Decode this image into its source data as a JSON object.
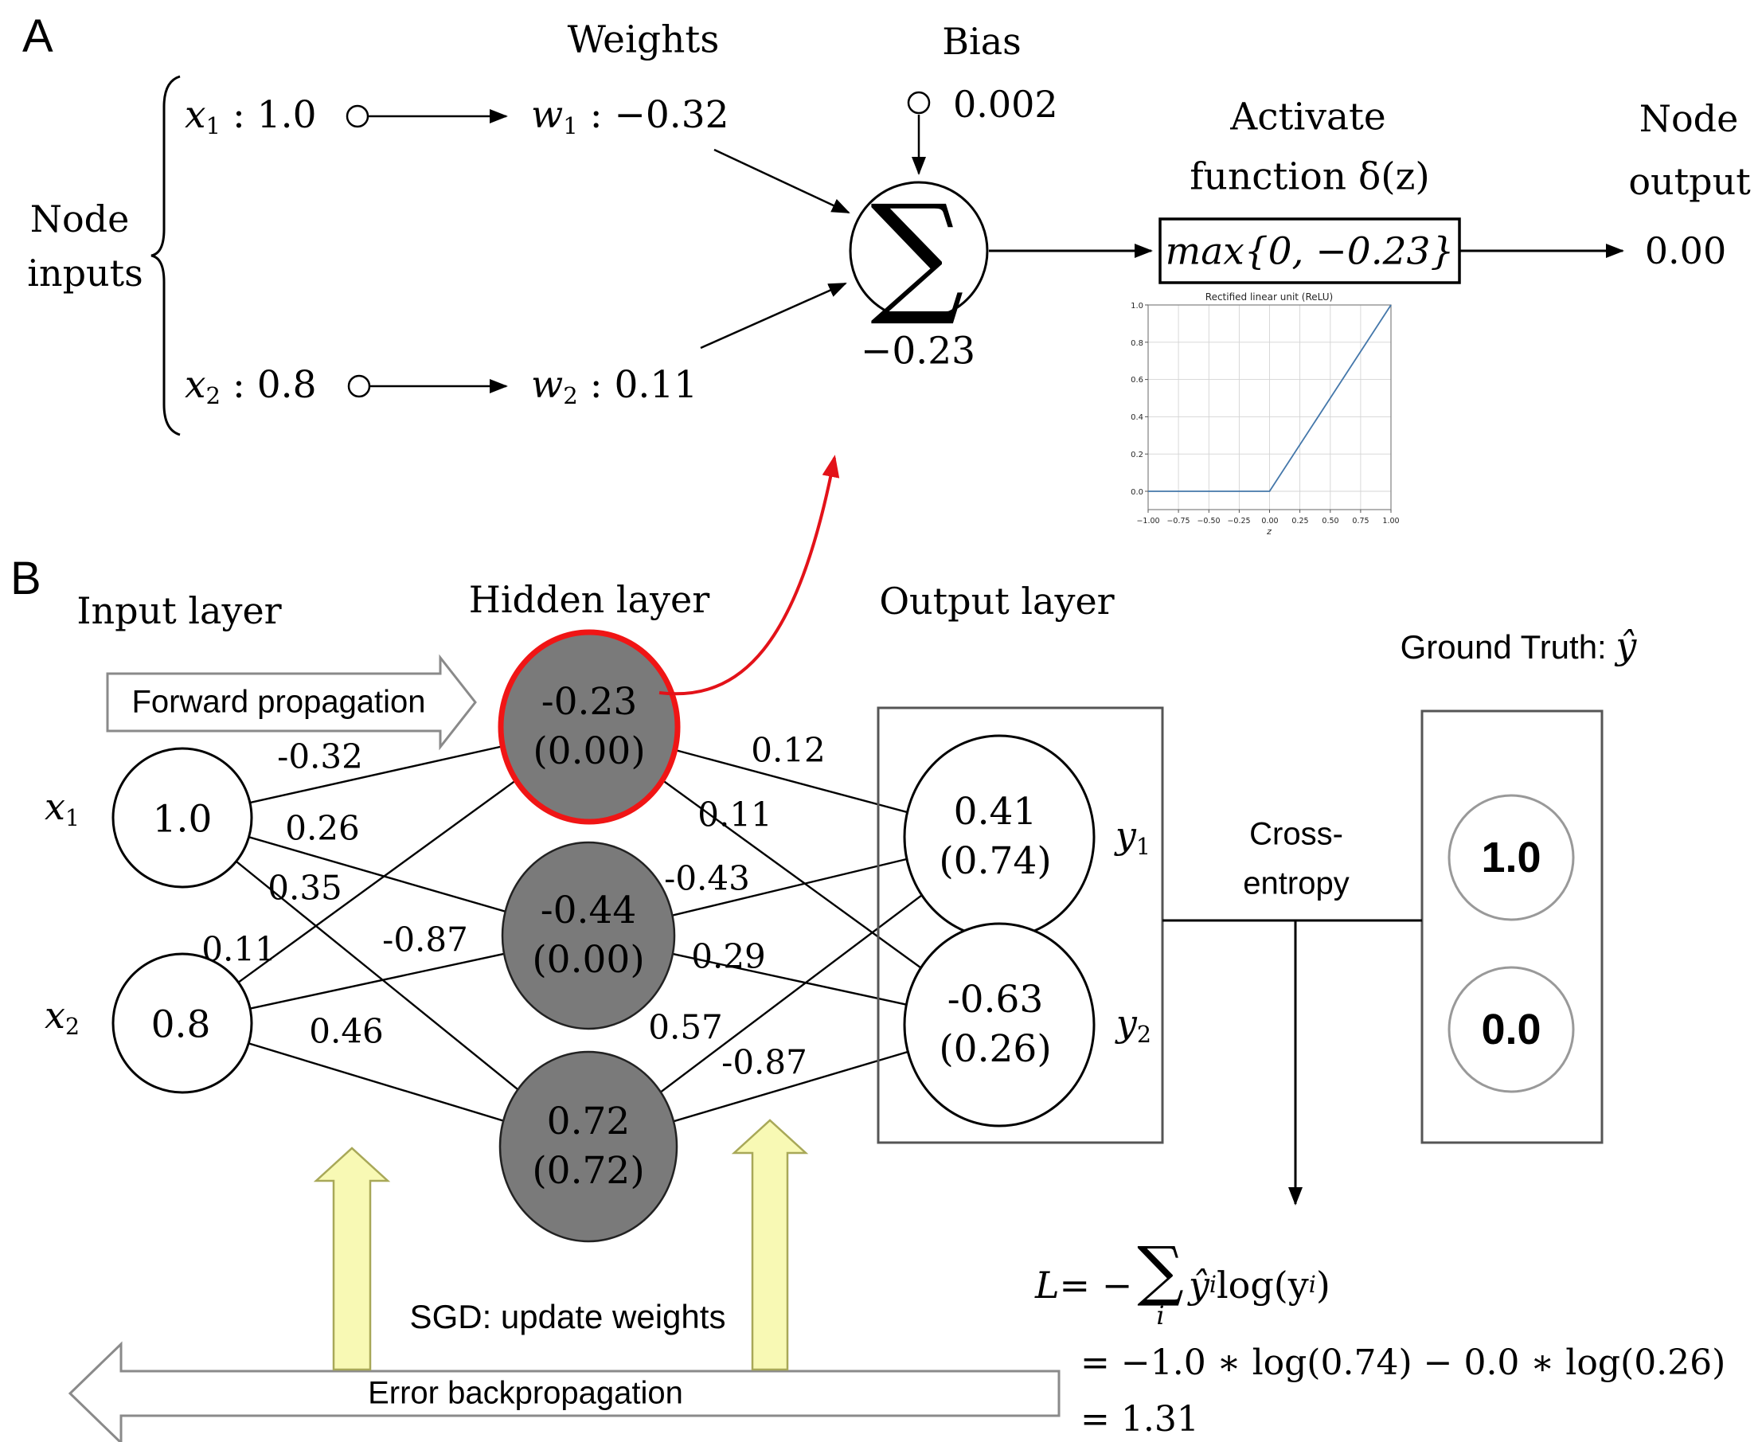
{
  "panel_a": {
    "label": "A",
    "weights_title": "Weights",
    "bias_title": "Bias",
    "bias_value": "0.002",
    "brace": "{",
    "node_inputs_title": [
      "Node",
      "inputs"
    ],
    "input_rows": [
      {
        "var": "x",
        "sub": "1",
        "rest": " : 1.0"
      },
      {
        "var": "x",
        "sub": "2",
        "rest": " : 0.8"
      }
    ],
    "weight_rows": [
      {
        "var": "w",
        "sub": "1",
        "rest": " : −0.32"
      },
      {
        "var": "w",
        "sub": "2",
        "rest": " : 0.11"
      }
    ],
    "sum_symbol": "∑",
    "sum_value": "−0.23",
    "activate_title_line1": "Activate",
    "activate_title_line2": "function δ(z)",
    "activation_expr": "max{0, −0.23}",
    "node_output_title": [
      "Node",
      "output"
    ],
    "node_output_value": "0.00"
  },
  "chart_data": {
    "type": "line",
    "title": "Rectified linear unit (ReLU)",
    "xlabel": "z",
    "ylabel": "",
    "x": [
      -1.0,
      0.0,
      1.0
    ],
    "y": [
      0.0,
      0.0,
      1.0
    ],
    "xlim": [
      -1.0,
      1.0
    ],
    "ylim": [
      0.0,
      1.0
    ],
    "grid": true,
    "line_color": "#4477aa",
    "xtick_labels": [
      "−1.00",
      "−0.75",
      "−0.50",
      "−0.25",
      "0.00",
      "0.25",
      "0.50",
      "0.75",
      "1.00"
    ],
    "ytick_labels": [
      "0.0",
      "0.2",
      "0.4",
      "0.6",
      "0.8",
      "1.0"
    ]
  },
  "panel_b": {
    "label": "B",
    "input_layer_title": "Input layer",
    "hidden_layer_title": "Hidden layer",
    "output_layer_title": "Output layer",
    "ground_truth_prefix": "Ground Truth: ",
    "ground_truth_math": "ŷ",
    "forward_arrow_label": "Forward propagation",
    "backprop_arrow_label": "Error backpropagation",
    "sgd_label": "SGD: update weights",
    "cross_entropy_label": [
      "Cross-",
      "entropy"
    ],
    "input_nodes": [
      {
        "var": "x",
        "sub": "1",
        "value": "1.0"
      },
      {
        "var": "x",
        "sub": "2",
        "value": "0.8"
      }
    ],
    "hidden_nodes": [
      {
        "value": "-0.23",
        "activation": "(0.00)"
      },
      {
        "value": "-0.44",
        "activation": "(0.00)"
      },
      {
        "value": "0.72",
        "activation": "(0.72)"
      }
    ],
    "output_nodes": [
      {
        "value": "0.41",
        "activation": "(0.74)",
        "var": "y",
        "sub": "1"
      },
      {
        "value": "-0.63",
        "activation": "(0.26)",
        "var": "y",
        "sub": "2"
      }
    ],
    "ground_truth_values": [
      "1.0",
      "0.0"
    ],
    "edge_weights_input_hidden": [
      "-0.32",
      "0.26",
      "0.35",
      "0.11",
      "-0.87",
      "0.46"
    ],
    "edge_weights_hidden_output": [
      "0.12",
      "0.11",
      "-0.43",
      "0.29",
      "0.57",
      "-0.87"
    ],
    "loss": {
      "lhs": "L",
      "eq": " = −",
      "sum": "∑",
      "sum_sub": "i",
      "yhat": "ŷ",
      "sub_i1": "i",
      "mid": " log(y",
      "sub_i2": "i",
      "close": ")",
      "line2": "= −1.0 ∗ log(0.74) − 0.0 ∗ log(0.26)",
      "line3": "= 1.31"
    }
  }
}
